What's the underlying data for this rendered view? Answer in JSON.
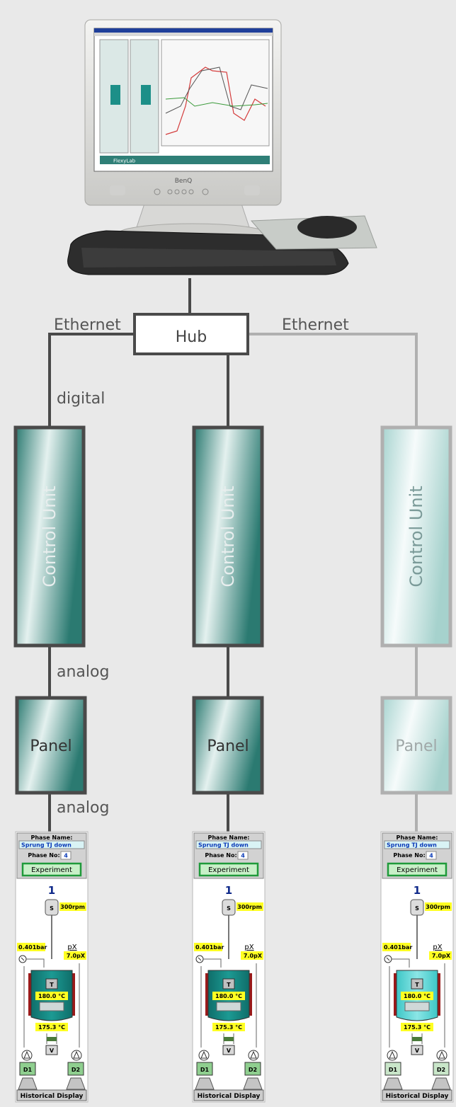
{
  "diagram": {
    "hub_label": "Hub",
    "link_labels": {
      "ethernet_left": "Ethernet",
      "ethernet_right": "Ethernet",
      "digital": "digital",
      "analog_top": "analog",
      "analog_bottom": "analog"
    },
    "control_unit_label": "Control Unit",
    "panel_label": "Panel",
    "colors": {
      "dark_line": "#4a4a4a",
      "light_line": "#b0b0b0",
      "teal_dark": "#2e7d74",
      "teal_light": "#e8f4f2"
    }
  },
  "monitor": {
    "brand": "BenQ",
    "screen_app": "FlexyLab"
  },
  "reactor_panels": [
    {
      "phase_name_label": "Phase Name:",
      "phase_name_value": "Sprung TJ down",
      "phase_no_label": "Phase No:",
      "phase_no_value": "4",
      "mode_button": "Experiment",
      "unit_number": "1",
      "stirrer_label": "S",
      "stirrer_speed": "300rpm",
      "pressure": "0.401bar",
      "px_label": "pX",
      "px_value": "7.0pX",
      "temp_label": "T",
      "temp_jacket": "180.0 °C",
      "temp_reactor": "175.3 °C",
      "valve_label": "V",
      "dosing_1": "D1",
      "dosing_2": "D2",
      "historical_button": "Historical Display"
    }
  ]
}
